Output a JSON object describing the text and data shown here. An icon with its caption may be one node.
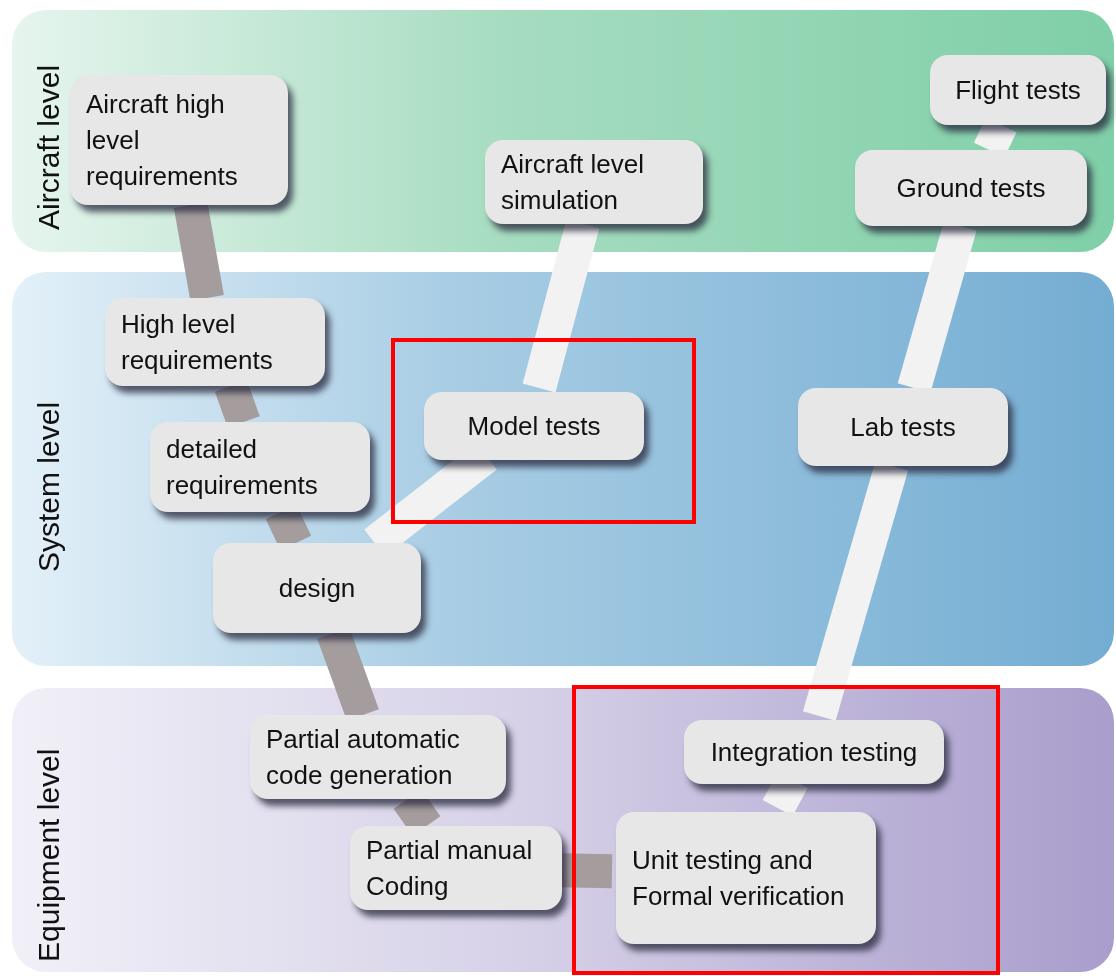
{
  "diagram": {
    "nodes": [
      {
        "text": [
          "Aircraft level"
        ]
      },
      {
        "text": [
          "Aircraft high level requirements"
        ],
        "in": 0
      },
      {
        "text": [
          "Aircraft level simulation"
        ],
        "in": 0
      },
      {
        "text": [
          "Flight tests"
        ],
        "in": 0
      },
      {
        "text": [
          "Ground tests"
        ],
        "in": 0
      },
      {
        "text": [
          "System level"
        ]
      },
      {
        "text": [
          "High level requirements"
        ],
        "in": 5
      },
      {
        "text": [],
        "shape": "box",
        "in": 5
      },
      {
        "text": [
          "Model tests"
        ],
        "in": 7
      },
      {
        "text": [
          "detailed requirements"
        ],
        "in": 5
      },
      {
        "text": [
          "Lab tests"
        ],
        "in": 5
      },
      {
        "text": [
          "design"
        ],
        "in": 5
      },
      {
        "text": [
          "Equipment level"
        ]
      },
      {
        "text": [
          "Partial automatic code generation"
        ],
        "in": 12
      },
      {
        "text": [],
        "shape": "box",
        "in": 12
      },
      {
        "text": [
          "Integration testing"
        ],
        "in": 14
      },
      {
        "text": [
          "Partial manual Coding"
        ],
        "in": 12
      },
      {
        "text": [
          "Unit testing and Formal verification"
        ],
        "in": 14
      }
    ],
    "edges": [
      {
        "from": 1,
        "to": 6,
        "arrow": "none"
      },
      {
        "from": 6,
        "to": 9,
        "arrow": "none"
      },
      {
        "from": 9,
        "to": 11,
        "arrow": "none"
      },
      {
        "from": 11,
        "to": 13,
        "arrow": "none"
      },
      {
        "from": 13,
        "to": 16,
        "arrow": "none"
      },
      {
        "from": 16,
        "to": 17,
        "arrow": "none"
      },
      {
        "from": 11,
        "to": 8,
        "arrow": "none",
        "color": "#f2f2f2"
      },
      {
        "from": 8,
        "to": 2,
        "arrow": "none",
        "color": "#f2f2f2"
      },
      {
        "from": 17,
        "to": 15,
        "arrow": "none",
        "color": "#f2f2f2"
      },
      {
        "from": 15,
        "to": 10,
        "arrow": "none",
        "color": "#f2f2f2"
      },
      {
        "from": 10,
        "to": 4,
        "arrow": "none",
        "color": "#f2f2f2"
      },
      {
        "from": 4,
        "to": 3,
        "arrow": "none",
        "color": "#f2f2f2"
      }
    ]
  }
}
